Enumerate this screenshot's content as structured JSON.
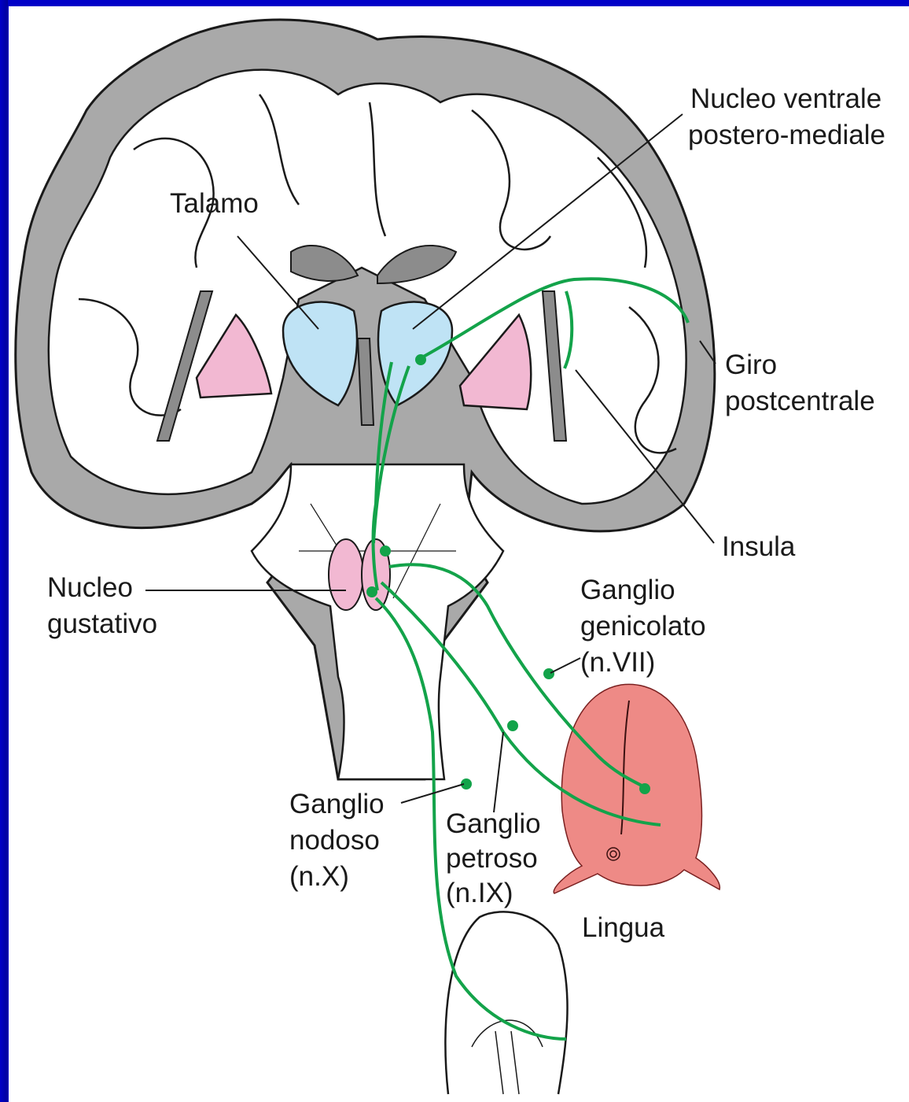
{
  "labels": {
    "talamo": "Talamo",
    "nvpm_1": "Nucleo ventrale",
    "nvpm_2": "postero-mediale",
    "giro_1": "Giro",
    "giro_2": "postcentrale",
    "insula": "Insula",
    "nucleo_gust_1": "Nucleo",
    "nucleo_gust_2": "gustativo",
    "gen_1": "Ganglio",
    "gen_2": "genicolato",
    "gen_3": "(n.VII)",
    "nodoso_1": "Ganglio",
    "nodoso_2": "nodoso",
    "nodoso_3": "(n.X)",
    "petroso_1": "Ganglio",
    "petroso_2": "petroso",
    "petroso_3": "(n.IX)",
    "lingua": "Lingua"
  },
  "colors": {
    "background": "#0000c8",
    "cortex_gray": "#a6a6a6",
    "deep_gray": "#8c8c8c",
    "thalamus": "#bfe3f5",
    "nucleus_pink": "#f2b8d2",
    "pathway_green": "#13a34a",
    "tongue_red": "#ee8a86"
  }
}
